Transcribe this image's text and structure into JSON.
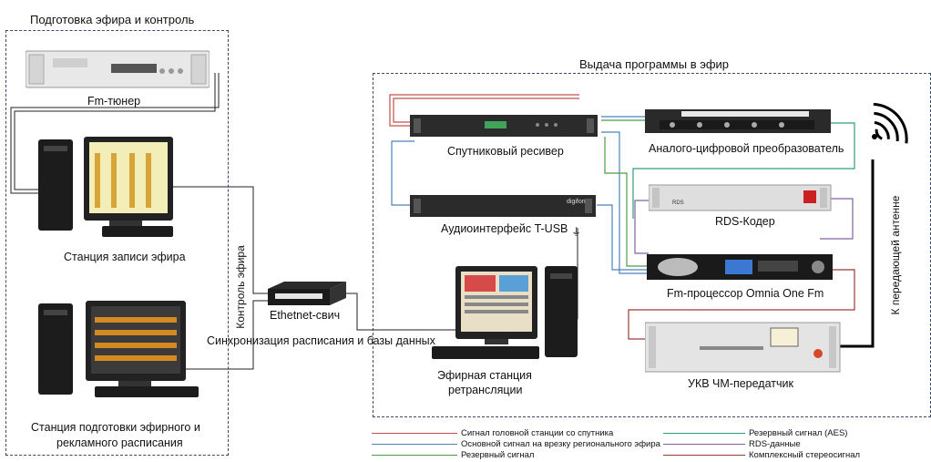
{
  "sections": {
    "left_title": "Подготовка эфира и контроль",
    "right_title": "Выдача программы в эфир"
  },
  "devices": {
    "fm_tuner": "Fm-тюнер",
    "recording_station": "Станция записи эфира",
    "schedule_station_line1": "Станция подготовки эфирного и",
    "schedule_station_line2": "рекламного расписания",
    "ethernet_switch": "Ethetnet-свич",
    "satellite_receiver": "Спутниковый ресивер",
    "audio_interface": "Аудиоинтерфейс T-USB",
    "broadcast_station_line1": "Эфирная станция",
    "broadcast_station_line2": "ретрансляции",
    "adc": "Аналого-цифровой преобразователь",
    "rds_coder": "RDS-Кодер",
    "fm_processor": "Fm-процессор Omnia One Fm",
    "fm_transmitter": "УКВ ЧМ-передатчик"
  },
  "annotations": {
    "air_control": "Контроль эфира",
    "sync": "Синхронизация расписания и базы данных",
    "to_antenna": "К передающей антенне"
  },
  "legend": [
    {
      "text": "Сигнал головной станции со спутника",
      "color": "#c0504d"
    },
    {
      "text": "Основной сигнал на врезку регионального эфира",
      "color": "#4f81bd"
    },
    {
      "text": "Резервный сигнал",
      "color": "#4a9c4a"
    },
    {
      "text": "Резервный сигнал (AES)",
      "color": "#2f9e7a"
    },
    {
      "text": "RDS-данные",
      "color": "#8064a2"
    },
    {
      "text": "Комплексный стереосигнал",
      "color": "#9b3b3b"
    }
  ],
  "device_marks": {
    "digifon_brand": "digifon",
    "rds_brand": "RDS"
  },
  "colors": {
    "frame": "#3a4a6a",
    "satellite": "#c0504d",
    "main": "#4f81bd",
    "reserve": "#4a9c4a",
    "aes": "#2f9e7a",
    "rds": "#8064a2",
    "stereo": "#9b3b3b"
  }
}
